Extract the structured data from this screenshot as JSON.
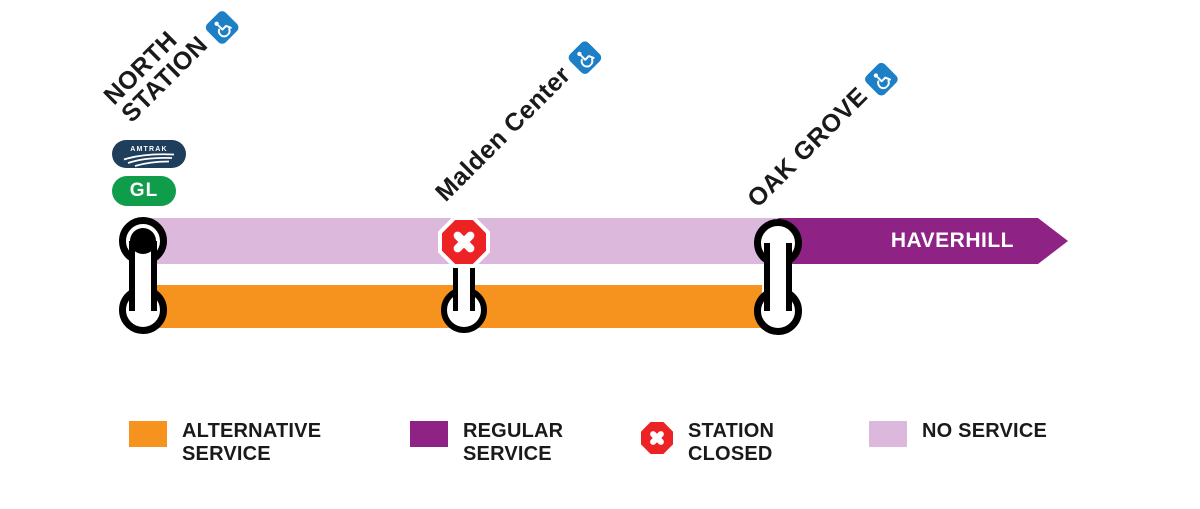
{
  "diagram": {
    "stations": [
      {
        "id": "north-station",
        "line1": "NORTH",
        "line2": "STATION",
        "accessible": true,
        "marker": "terminal-transfer"
      },
      {
        "id": "malden-center",
        "name": "Malden Center",
        "accessible": true,
        "status": "closed"
      },
      {
        "id": "oak-grove",
        "name": "OAK GROVE",
        "accessible": true,
        "marker": "transfer"
      }
    ],
    "destination": {
      "label": "HAVERHILL"
    },
    "badges": {
      "amtrak": "AMTRAK",
      "green_line": "GL"
    }
  },
  "legend": {
    "items": [
      {
        "swatch": "orange",
        "line1": "ALTERNATIVE",
        "line2": "SERVICE"
      },
      {
        "swatch": "purple",
        "line1": "REGULAR",
        "line2": "SERVICE"
      },
      {
        "swatch": "closed-icon",
        "line1": "STATION",
        "line2": "CLOSED"
      },
      {
        "swatch": "pink",
        "line1": "NO SERVICE",
        "line2": ""
      }
    ]
  },
  "colors": {
    "alt": "#F6921E",
    "reg": "#8E2385",
    "no": "#DCB9DC",
    "red": "#ED2224",
    "blue": "#1D7FC6",
    "navy": "#1F3E5C",
    "green": "#0F9D4C",
    "text": "#1A1A1A"
  }
}
